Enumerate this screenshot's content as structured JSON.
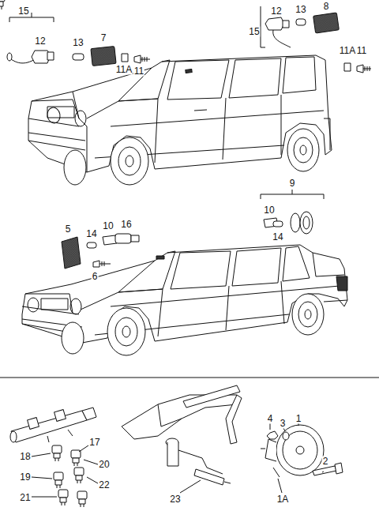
{
  "diagram": {
    "labels": [
      "15",
      "12",
      "13",
      "7",
      "11A",
      "11",
      "12",
      "13",
      "8",
      "15",
      "11A",
      "11",
      "9",
      "10",
      "14",
      "5",
      "14",
      "10",
      "16",
      "6",
      "17",
      "18",
      "20",
      "19",
      "22",
      "21",
      "4",
      "3",
      "1",
      "2",
      "23",
      "1A"
    ]
  }
}
